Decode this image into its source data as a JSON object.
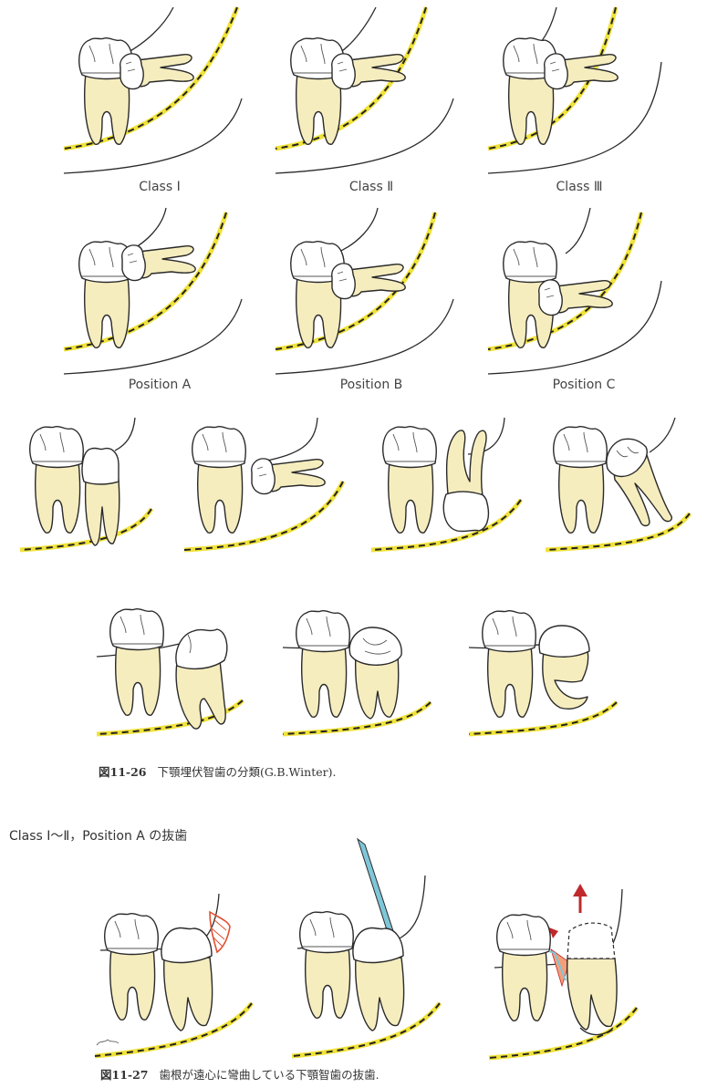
{
  "figure_26": {
    "captions": {
      "class_1": "Class Ⅰ",
      "class_2": "Class Ⅱ",
      "class_3": "Class Ⅲ",
      "position_a": "Position A",
      "position_b": "Position B",
      "position_c": "Position C"
    },
    "caption_number": "図11-26",
    "caption_text": "下顎埋伏智歯の分類(G.B.Winter)."
  },
  "section_heading": "Class Ⅰ～Ⅱ，Position A の抜歯",
  "figure_27": {
    "caption_number": "図11-27",
    "caption_text": "歯根が遠心に彎曲している下顎智歯の抜歯."
  },
  "colors": {
    "tooth_root": "#f6edbf",
    "bone_line": "#f0e23a",
    "gingiva_incision": "#e05030",
    "extraction_arrow": "#c0282b",
    "instrument": "#7fc6d8"
  }
}
